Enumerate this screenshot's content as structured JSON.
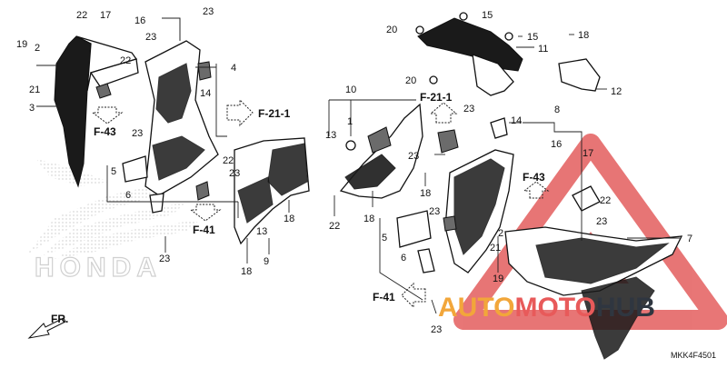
{
  "diagram_code": "MKK4F4501",
  "watermark_brand": "HONDA",
  "watermark_logo": {
    "prefix": "AUTO",
    "middle": "MOTO",
    "suffix": "HUB",
    "colors": {
      "auto": "#f2a63a",
      "moto": "#e85a5a",
      "hub": "#2f3640"
    }
  },
  "front_label": "FR.",
  "refs": {
    "f43": "F-43",
    "f41": "F-41",
    "f211": "F-21-1"
  },
  "callouts": {
    "n1": "1",
    "n2": "2",
    "n3": "3",
    "n4": "4",
    "n5": "5",
    "n6": "6",
    "n7": "7",
    "n8": "8",
    "n9": "9",
    "n10": "10",
    "n11": "11",
    "n12": "12",
    "n13": "13",
    "n14": "14",
    "n15": "15",
    "n16": "16",
    "n17": "17",
    "n18": "18",
    "n19": "19",
    "n20": "20",
    "n21": "21",
    "n22": "22",
    "n23": "23"
  }
}
